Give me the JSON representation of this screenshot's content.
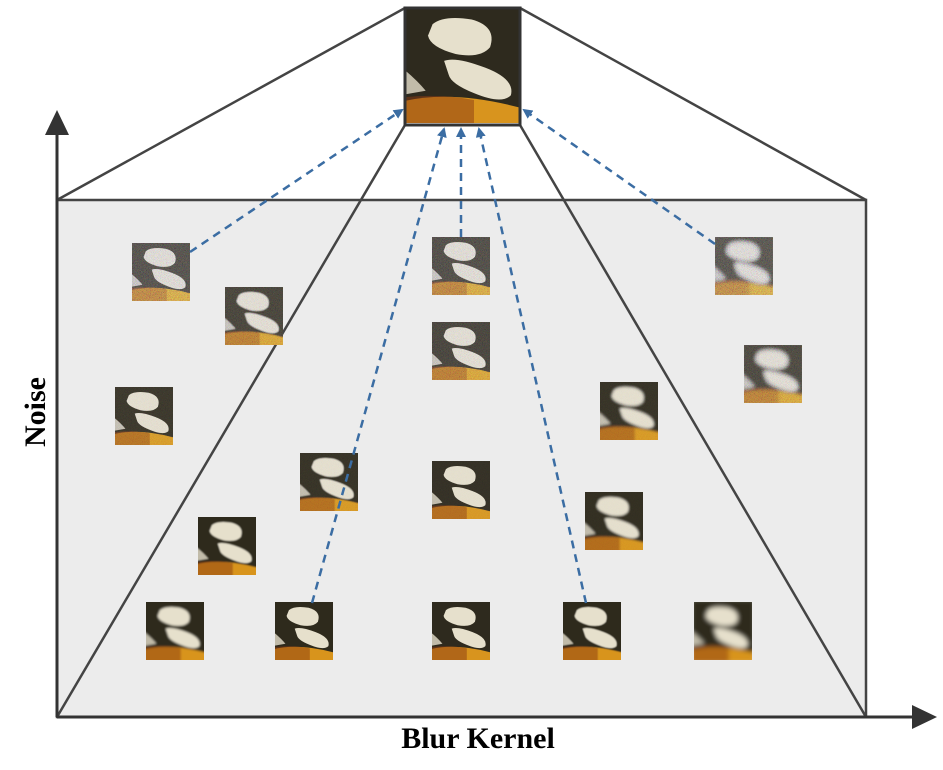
{
  "axes": {
    "x_label": "Blur Kernel",
    "y_label": "Noise"
  },
  "colors": {
    "box_fill": "#ececec",
    "line": "#444444",
    "arrow": "#3b6da3",
    "patch_dark": "#2e2a1e",
    "patch_light": "#e6e0cc",
    "patch_orange": "#d8941e"
  },
  "patches": [
    {
      "noise": 0.9,
      "blur": 0.0,
      "target": true
    },
    {
      "noise": 0.6,
      "blur": 0.3
    },
    {
      "noise": 0.8,
      "blur": 0.0,
      "target": true
    },
    {
      "noise": 0.6,
      "blur": 0.0
    },
    {
      "noise": 1.0,
      "blur": 1.0,
      "target": true
    },
    {
      "noise": 0.7,
      "blur": 1.0
    },
    {
      "noise": 0.3,
      "blur": 0.2
    },
    {
      "noise": 0.2,
      "blur": 0.8
    },
    {
      "noise": 0.2,
      "blur": 0.3,
      "target": true
    },
    {
      "noise": 0.15,
      "blur": 0.0
    },
    {
      "noise": 0.1,
      "blur": 0.6
    },
    {
      "noise": 0.0,
      "blur": 0.4
    },
    {
      "noise": 0.0,
      "blur": 0.6
    },
    {
      "noise": 0.0,
      "blur": 0.2,
      "target": true
    },
    {
      "noise": 0.0,
      "blur": 0.0
    },
    {
      "noise": 0.0,
      "blur": 0.3,
      "target": true
    },
    {
      "noise": 0.0,
      "blur": 1.4
    }
  ]
}
